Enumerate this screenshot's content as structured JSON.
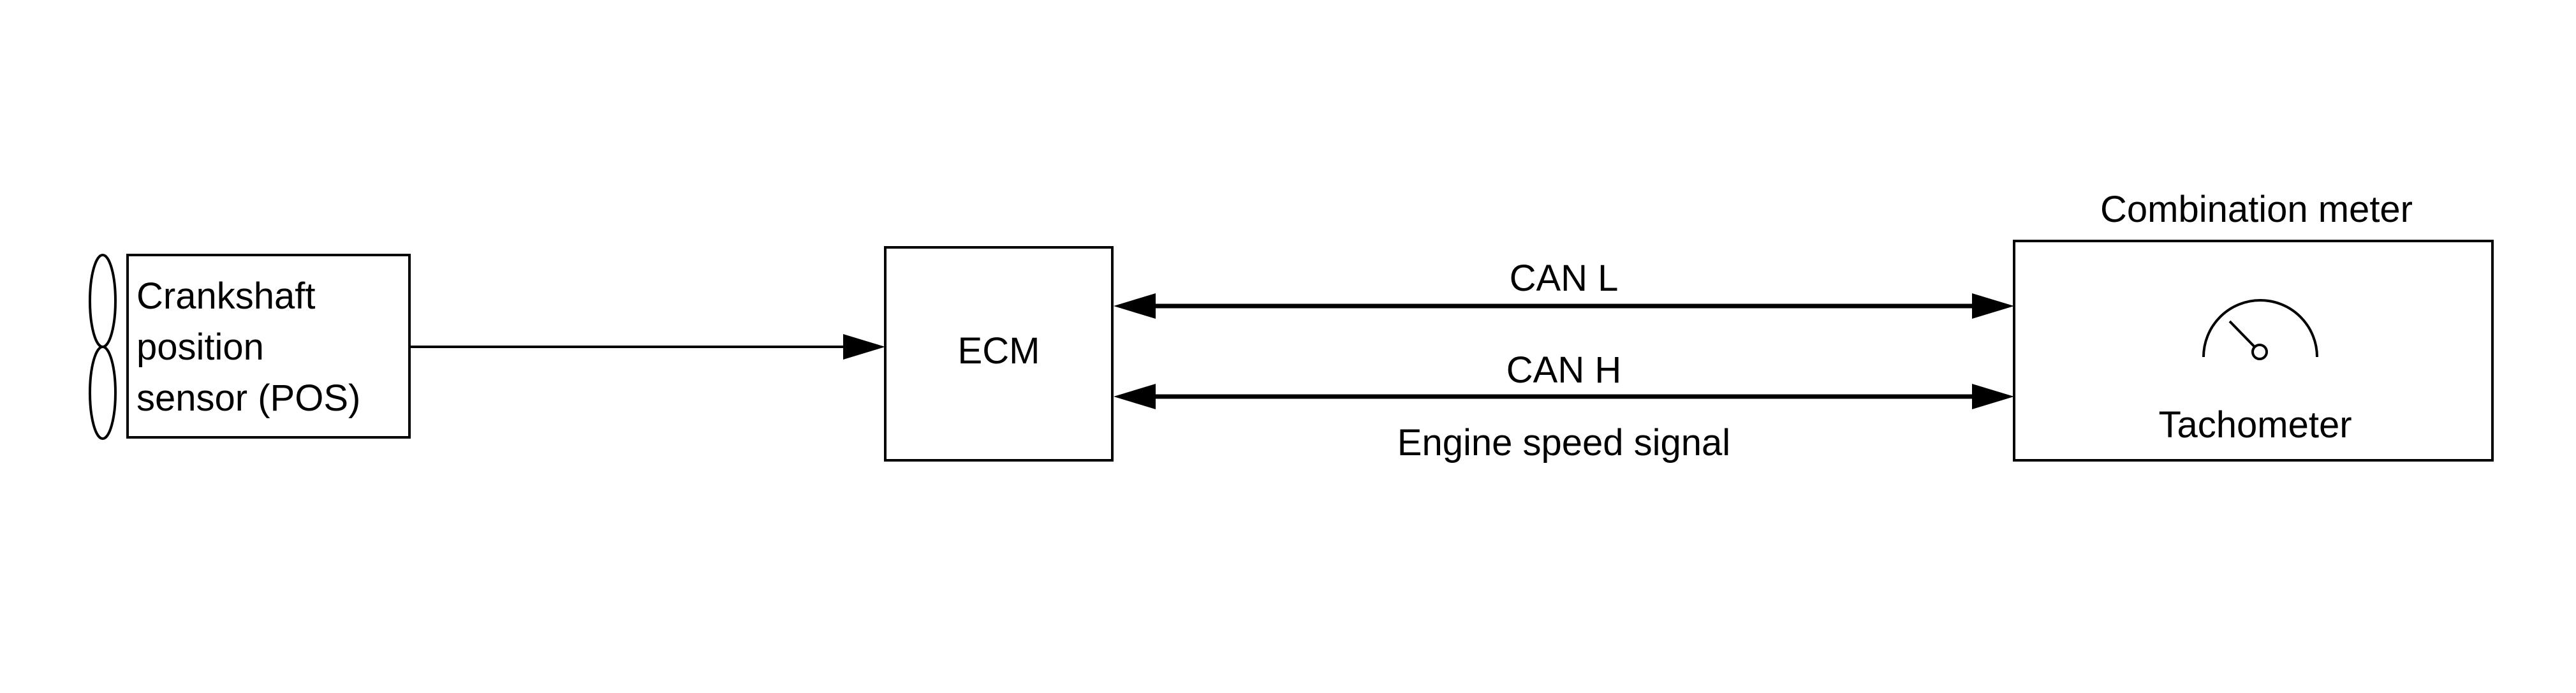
{
  "crankshaft_sensor": {
    "label_lines": [
      "Crankshaft",
      "position",
      "sensor (POS)"
    ]
  },
  "ecm": {
    "label": "ECM"
  },
  "can_bus": {
    "line_l_label": "CAN L",
    "line_h_label": "CAN H",
    "signal_label": "Engine speed signal"
  },
  "combination_meter": {
    "title": "Combination meter",
    "gauge_label": "Tachometer",
    "gauge_icon": "tachometer-gauge-icon"
  },
  "colors": {
    "stroke": "#000000",
    "background": "#ffffff"
  }
}
